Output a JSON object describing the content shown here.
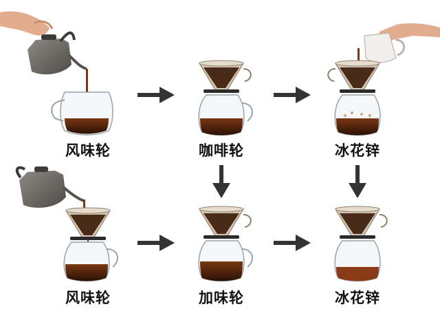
{
  "steps": [
    {
      "label": "风味轮"
    },
    {
      "label": "咖啡轮"
    },
    {
      "label": "冰花锌"
    },
    {
      "label": "风味轮"
    },
    {
      "label": "加味轮"
    },
    {
      "label": "冰花锌"
    }
  ],
  "colors": {
    "coffee": "#3a1a0c",
    "coffee_light": "#6b2f12",
    "glass": "#9aa3a8",
    "dripper": "#c9b8a0",
    "kettle": "#6e6a66",
    "arrow": "#333333",
    "skin": "#e7b79a"
  },
  "icons": [
    "kettle-icon",
    "hand-icon",
    "dripper-icon",
    "carafe-icon",
    "pitcher-icon",
    "arrow-right-icon",
    "arrow-down-icon"
  ]
}
